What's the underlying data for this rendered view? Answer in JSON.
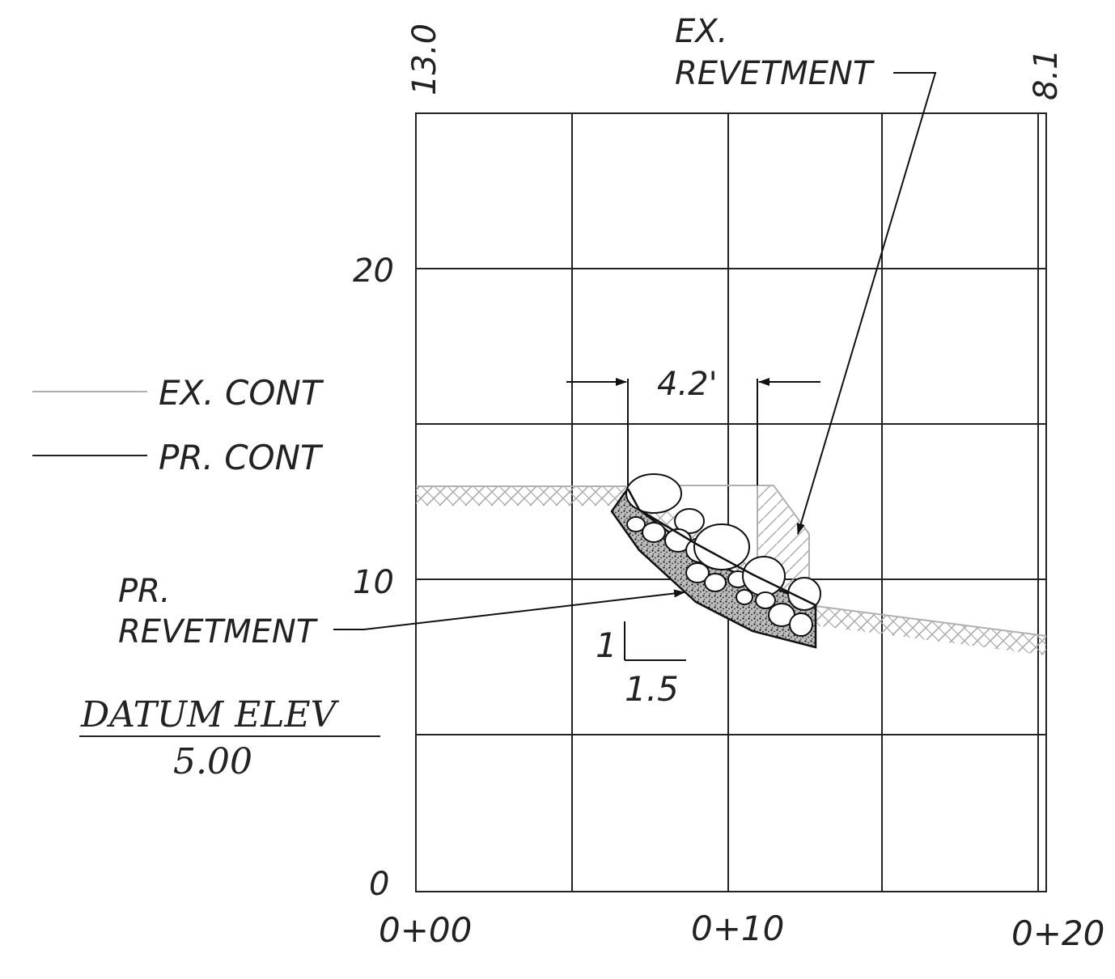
{
  "header": {
    "left_station_elev": "13.0",
    "right_station_elev": "8.1"
  },
  "axes": {
    "y_ticks": [
      "20",
      "10",
      "0"
    ],
    "x_ticks": [
      "0+00",
      "0+10",
      "0+20"
    ]
  },
  "legend": {
    "existing": "EX. CONT",
    "proposed": "PR. CONT",
    "existing_color": "#b0b0b0",
    "proposed_color": "#222222"
  },
  "callouts": {
    "ex_revetment_line1": "EX.",
    "ex_revetment_line2": "REVETMENT",
    "pr_revetment_line1": "PR.",
    "pr_revetment_line2": "REVETMENT",
    "width_dim": "4.2'",
    "slope_rise": "1",
    "slope_run": "1.5"
  },
  "datum": {
    "title": "DATUM ELEV",
    "value": "5.00"
  }
}
